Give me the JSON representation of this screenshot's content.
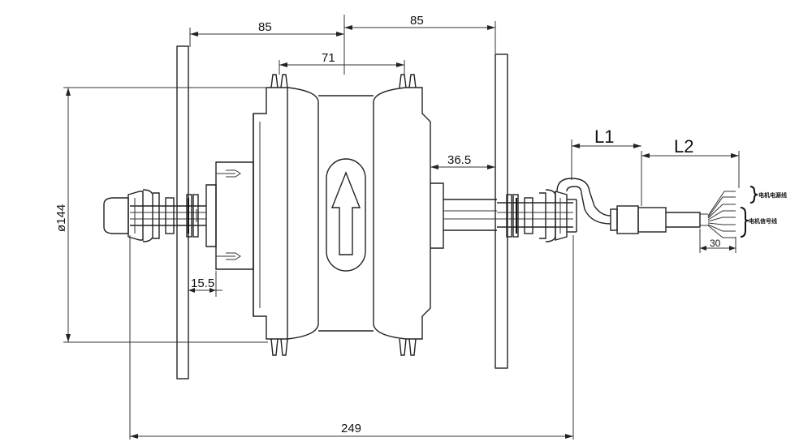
{
  "dimensions": {
    "left_85": "85",
    "right_85": "85",
    "width_71": "71",
    "shaft_36_5": "36.5",
    "offset_15_5": "15.5",
    "diameter": "ø144",
    "total_249": "249",
    "cable_30": "30",
    "l1": "L1",
    "l2": "L2"
  },
  "wire_labels": {
    "upper": "电机电源线",
    "lower": "电机信号线"
  },
  "icons": {
    "rotation_arrow": "up-arrow-icon"
  }
}
